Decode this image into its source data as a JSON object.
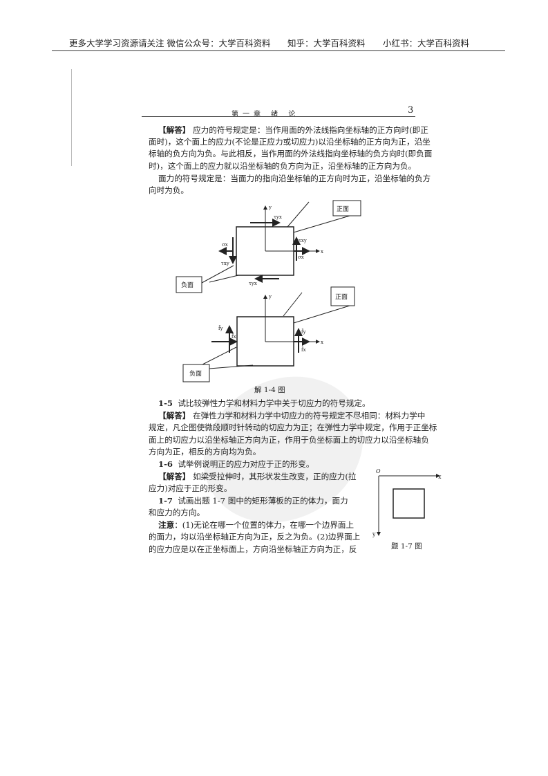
{
  "header": {
    "items": [
      "更多大学学习资源请关注 微信公众号：大学百科资料",
      "知乎：大学百科资料",
      "小红书：大学百科资料"
    ]
  },
  "running_head": {
    "title": "第一章 绪 论",
    "page_number": "3"
  },
  "para1": {
    "label": "【解答】",
    "lines": [
      "应力的符号规定是：当作用面的外法线指向坐标轴的正方向时(即正",
      "面时)，这个面上的应力(不论是正应力或切应力)以沿坐标轴的正方向为正，沿坐",
      "标轴的负方向为负。与此相反，当作用面的外法线指向坐标轴的负方向时(即负面",
      "时)，这个面上的应力就以沿坐标轴的负方向为正，沿坐标轴的正方向为负。"
    ]
  },
  "para2": {
    "lines": [
      "面力的符号规定是：当面力的指向沿坐标轴的正方向时为正，沿坐标轴的负方",
      "向时为负。"
    ]
  },
  "figure14": {
    "positive_face": "正面",
    "negative_face": "负面",
    "x": "x",
    "y": "y",
    "tau_yx": "τyx",
    "tau_xy": "τxy",
    "sigma_x": "σx",
    "fx": "f̄x",
    "fy": "f̄y",
    "caption": "解 1-4 图"
  },
  "q15": {
    "number": "1-5",
    "text": "试比较弹性力学和材料力学中关于切应力的符号规定。"
  },
  "a15": {
    "label": "【解答】",
    "lines": [
      "在弹性力学和材料力学中切应力的符号规定不尽相同：材料力学中",
      "规定，凡企图使微段顺时针转动的切应力为正；在弹性力学中规定，作用于正坐标",
      "面上的切应力以沿坐标轴正方向为正，作用于负坐标面上的切应力以沿坐标轴负",
      "方向为正，相反的方向均为负。"
    ]
  },
  "q16": {
    "number": "1-6",
    "text": "试举例说明正的应力对应于正的形变。"
  },
  "a16": {
    "label": "【解答】",
    "lines": [
      "如梁受拉伸时，其形状发生改变，正的应力(拉",
      "应力)对应于正的形变。"
    ]
  },
  "q17": {
    "number": "1-7",
    "lines": [
      "试画出题 1-7 图中的矩形薄板的正的体力，面力",
      "和应力的方向。"
    ]
  },
  "note": {
    "label": "注意",
    "lines": [
      "：(1)无论在哪一个位置的体力，在哪一个边界面上",
      "的面力，均以沿坐标轴正方向为正，反之为负。(2)边界面上",
      "的应力应是以在正坐标面上，方向沿坐标轴正方向为正，反"
    ]
  },
  "figure17": {
    "origin": "O",
    "x": "x",
    "y": "y",
    "caption": "题 1-7 图"
  }
}
